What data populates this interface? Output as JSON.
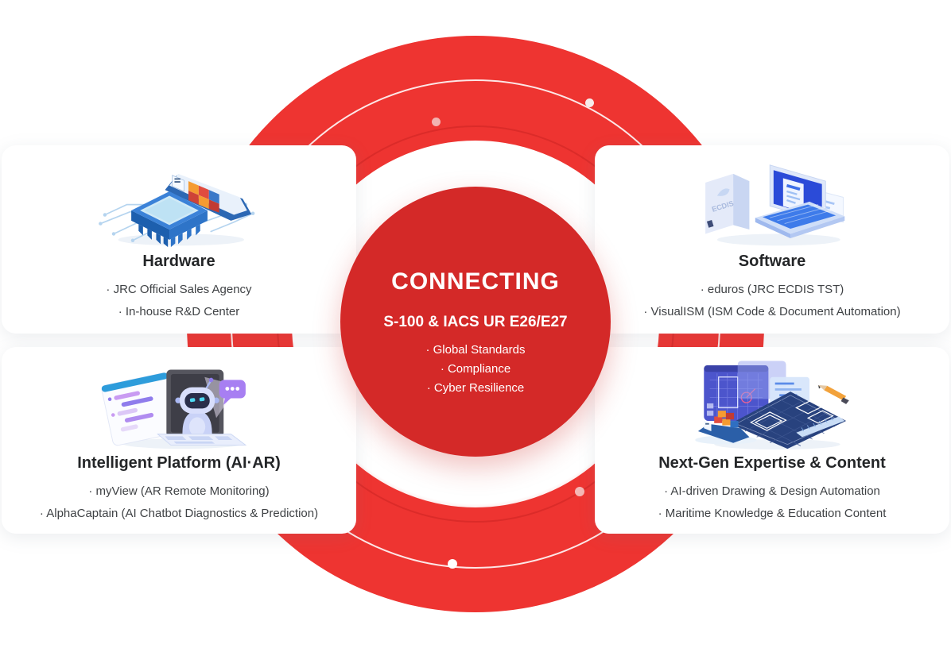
{
  "colors": {
    "ring_red": "#EE3431",
    "center_red": "#D42928",
    "title_text": "#242628",
    "body_text": "#3F4245"
  },
  "center": {
    "title": "CONNECTING",
    "subtitle": "S-100 & IACS UR E26/E27",
    "bullets": [
      "· Global Standards",
      "· Compliance",
      "· Cyber Resilience"
    ]
  },
  "cards": [
    {
      "id": "hardware",
      "title": "Hardware",
      "bullets": [
        "· JRC Official Sales Agency",
        "· In-house R&D Center"
      ],
      "illustration": "cpu-chip-with-container-ship"
    },
    {
      "id": "software",
      "title": "Software",
      "bullets": [
        "· eduros (JRC ECDIS TST)",
        "· VisualISM (ISM Code & Document Automation)"
      ],
      "illustration": "ecdis-software-box-with-laptop",
      "box_label": "ECDIS"
    },
    {
      "id": "intelligent-platform",
      "title": "Intelligent Platform (AI·AR)",
      "bullets": [
        "· myView (AR Remote Monitoring)",
        "· AlphaCaptain (AI Chatbot Diagnostics & Prediction)"
      ],
      "illustration": "ai-robot-chatbot-laptop"
    },
    {
      "id": "next-gen",
      "title": "Next-Gen Expertise & Content",
      "bullets": [
        "· AI-driven Drawing & Design Automation",
        "· Maritime Knowledge & Education Content"
      ],
      "illustration": "blueprint-drafting-ship-design"
    }
  ]
}
